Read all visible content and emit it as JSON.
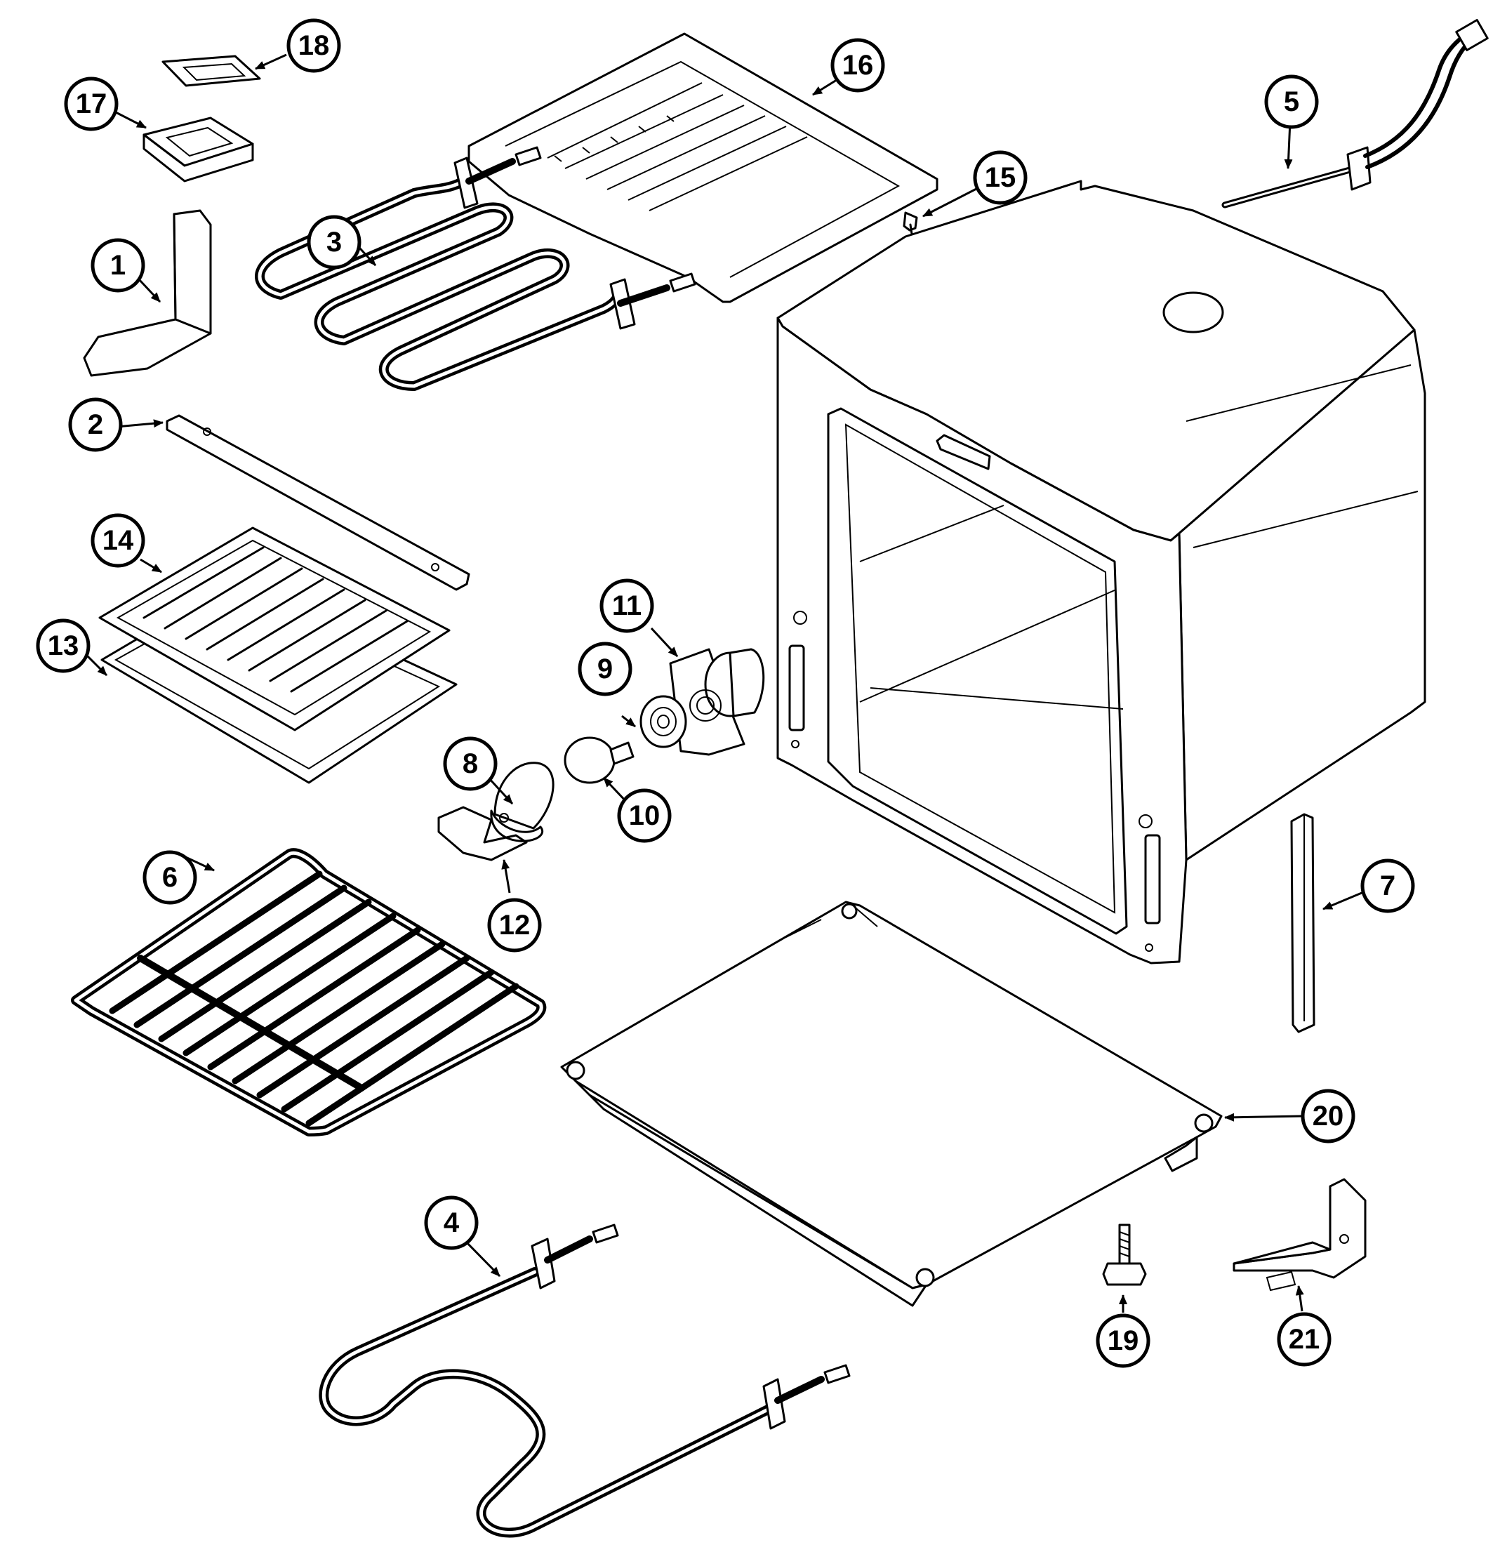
{
  "callouts": [
    {
      "id": "1",
      "label": "1"
    },
    {
      "id": "2",
      "label": "2"
    },
    {
      "id": "3",
      "label": "3"
    },
    {
      "id": "4",
      "label": "4"
    },
    {
      "id": "5",
      "label": "5"
    },
    {
      "id": "6",
      "label": "6"
    },
    {
      "id": "7",
      "label": "7"
    },
    {
      "id": "8",
      "label": "8"
    },
    {
      "id": "9",
      "label": "9"
    },
    {
      "id": "10",
      "label": "10"
    },
    {
      "id": "11",
      "label": "11"
    },
    {
      "id": "12",
      "label": "12"
    },
    {
      "id": "13",
      "label": "13"
    },
    {
      "id": "14",
      "label": "14"
    },
    {
      "id": "15",
      "label": "15"
    },
    {
      "id": "16",
      "label": "16"
    },
    {
      "id": "17",
      "label": "17"
    },
    {
      "id": "18",
      "label": "18"
    },
    {
      "id": "19",
      "label": "19"
    },
    {
      "id": "20",
      "label": "20"
    },
    {
      "id": "21",
      "label": "21"
    }
  ],
  "colors": {
    "ink": "#000000",
    "paper": "#ffffff"
  }
}
